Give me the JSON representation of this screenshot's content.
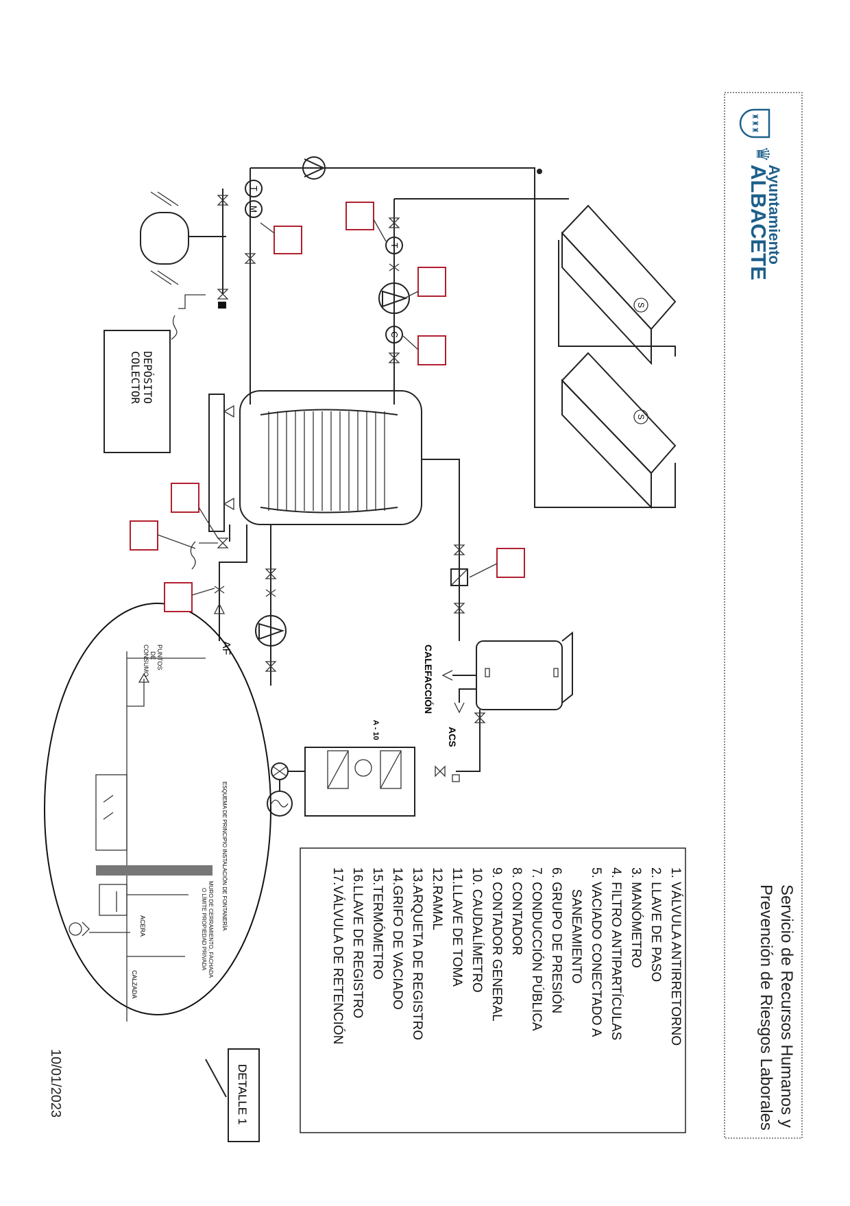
{
  "header": {
    "org_line1": "Ayuntamiento",
    "org_line2": "ALBACETE",
    "service_line1": "Servicio de Recursos Humanos y",
    "service_line2": "Prevención de Riesgos Laborales",
    "brand_color": "#1d5f8a"
  },
  "legend": {
    "items": [
      "1.  VÁLVULA ANTIRRETORNO",
      "2.  LLAVE DE PASO",
      "3.  MANÓMETRO",
      "4.  FILTRO ANTIPARTÍCULAS",
      "5.  VACIADO CONECTADO A",
      "      SANEAMIENTO",
      "6.  GRUPO DE PRESIÓN",
      "7.  CONDUCCIÓN PÚBLICA",
      "8.  CONTADOR",
      "9.   CONTADOR GENERAL",
      "10. CAUDALÍMETRO",
      "11.LLAVE DE TOMA",
      "12.RAMAL",
      "13.ARQUETA DE REGISTRO",
      "14.GRIFO DE VACIADO",
      "15.TERMÓMETRO",
      "16.LLAVE DE REGISTRO",
      "17.VÁLVULA DE RETENCIÓN"
    ]
  },
  "diagram": {
    "labels": {
      "deposito_line1": "DEPÓSITO",
      "deposito_line2": "COLECTOR",
      "calefaccion": "CALEFACCIÓN",
      "acs": "ACS",
      "af": "AF",
      "a10": "A - 10",
      "panel_s": "S",
      "thermo": "T",
      "manometer": "M",
      "counter": "C",
      "puntos_1": "PUNTOS",
      "puntos_2": "DE",
      "puntos_3": "CONSUMO",
      "esquema": "ESQUEMA DE PRINCIPIO INSTALACIÓN DE FONTANERÍA",
      "muro_1": "MURO DE CERRAMIENTO, FACHADA",
      "muro_2": "O LÍMITE PROPIEDAD PRIVADA",
      "acera": "ACERA",
      "calzada": "CALZADA",
      "detalle": "DETALLE 1"
    },
    "answer_box_color": "#b01e2e"
  },
  "footer": {
    "date": "10/01/2023"
  }
}
